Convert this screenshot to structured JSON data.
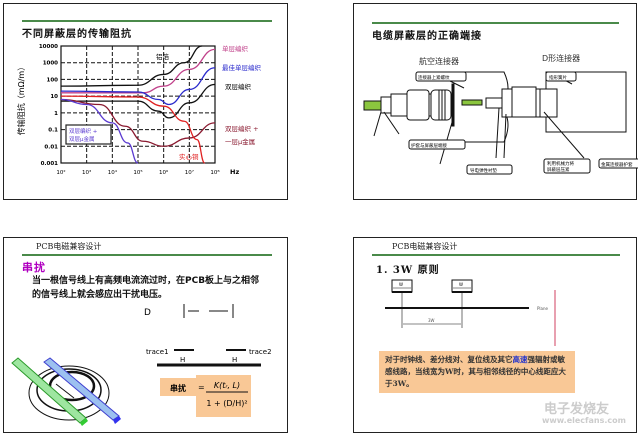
{
  "slide1": {
    "title": "不同屏蔽层的传输阻抗",
    "legend_box": [
      "双层编织 +",
      "双层μ金属"
    ],
    "curve_labels": {
      "foil": "铝箔",
      "single": "单层编织",
      "best": "最佳单层编织",
      "double": "双层编织",
      "double_mu": [
        "双层编织 +",
        "一层μ金属"
      ],
      "copper": "实心铜"
    },
    "colors": {
      "foil": "#111111",
      "single": "#c0408a",
      "best": "#2a2acc",
      "double": "#111111",
      "double_mu": "#8a1a30",
      "copper": "#e02020",
      "double_double_mu": "#5a3ad0"
    }
  },
  "chart_data": {
    "type": "line",
    "title": "不同屏蔽层的传输阻抗",
    "xlabel": "Hz",
    "ylabel": "传输阻抗（mΩ/m）",
    "x_scale": "log",
    "y_scale": "log",
    "xlim": [
      100,
      100000000
    ],
    "ylim": [
      0.001,
      10000
    ],
    "x_ticks": [
      "10²",
      "10³",
      "10⁴",
      "10⁵",
      "10⁶",
      "10⁷",
      "10⁸"
    ],
    "y_ticks": [
      "10000",
      "1000",
      "100",
      "10",
      "1",
      "0.1",
      "0.01",
      "0.001"
    ],
    "grid": true,
    "series": [
      {
        "name": "铝箔",
        "key": "foil",
        "log_points": [
          [
            2,
            1.6
          ],
          [
            5,
            1.65
          ],
          [
            6,
            2.3
          ],
          [
            6.8,
            3.0
          ],
          [
            7.5,
            4.0
          ]
        ]
      },
      {
        "name": "单层编织",
        "key": "single",
        "log_points": [
          [
            2,
            1.2
          ],
          [
            5.2,
            1.2
          ],
          [
            6,
            1.6
          ],
          [
            7,
            2.6
          ],
          [
            8,
            3.8
          ]
        ]
      },
      {
        "name": "最佳单层编织",
        "key": "best",
        "log_points": [
          [
            2,
            1.3
          ],
          [
            5,
            1.25
          ],
          [
            5.8,
            0.8
          ],
          [
            6.2,
            0.5
          ],
          [
            7,
            1.4
          ],
          [
            8,
            2.7
          ]
        ]
      },
      {
        "name": "双层编织",
        "key": "double",
        "log_points": [
          [
            2,
            0.7
          ],
          [
            5,
            0.7
          ],
          [
            5.8,
            0.1
          ],
          [
            6.2,
            -0.3
          ],
          [
            7,
            0.6
          ],
          [
            8,
            1.7
          ]
        ]
      },
      {
        "name": "双层编织 + 一层μ金属",
        "key": "double_mu",
        "log_points": [
          [
            2,
            0.8
          ],
          [
            3.5,
            0.5
          ],
          [
            4.5,
            -0.8
          ],
          [
            5.2,
            -1.7
          ],
          [
            6,
            -2.0
          ],
          [
            7,
            -1.5
          ],
          [
            8,
            -0.6
          ]
        ]
      },
      {
        "name": "实心铜",
        "key": "copper",
        "log_points": [
          [
            2,
            1.0
          ],
          [
            5,
            0.95
          ],
          [
            6,
            0.4
          ],
          [
            6.8,
            -0.5
          ],
          [
            7.3,
            -1.6
          ],
          [
            7.6,
            -3.0
          ]
        ]
      },
      {
        "name": "双层编织 + 双层μ金属",
        "key": "double_double_mu",
        "log_points": [
          [
            2,
            0.8
          ],
          [
            3,
            0.5
          ],
          [
            4,
            -0.6
          ],
          [
            4.6,
            -1.8
          ],
          [
            5,
            -3.0
          ]
        ]
      }
    ]
  },
  "slide2": {
    "title": "电缆屏蔽层的正确端接",
    "aviation": "航空连接器",
    "dsub": "D形连接器",
    "labels": {
      "nut": "连接器上紧螺纹",
      "sheath": "护套与屏蔽层端接",
      "gasket": "导电弹性衬垫",
      "spring": "指形簧片",
      "clamp": [
        "利用机械力将",
        "屏蔽层压紧"
      ],
      "shell": "金属连接器护套"
    }
  },
  "slide3": {
    "header": "PCB电磁兼容设计",
    "subtitle": "串扰",
    "paragraph": "当一根信号线上有高频电流流过时，在PCB板上与之相邻的信号线上就会感应出干扰电压。",
    "trace1": "trace1",
    "trace2": "trace2",
    "d": "D",
    "h": "H",
    "formula_label": "串扰",
    "formula_num": "K(tᵣ, L)",
    "formula_den": "1 + (D/H)²"
  },
  "slide4": {
    "header": "PCB电磁兼容设计",
    "rule": "1.  3W 原则",
    "w": "W",
    "spacing": "3W",
    "plane": "Plane",
    "note_before": "对于时钟线、差分线对、复位线及其它",
    "note_highlight": "高速",
    "note_after": "强辐射或敏感线路，当线宽为W时，其与相邻线径的中心线距应大于3W。",
    "watermark": "电子发烧友",
    "watermark_url": "www.elecfans.com"
  }
}
